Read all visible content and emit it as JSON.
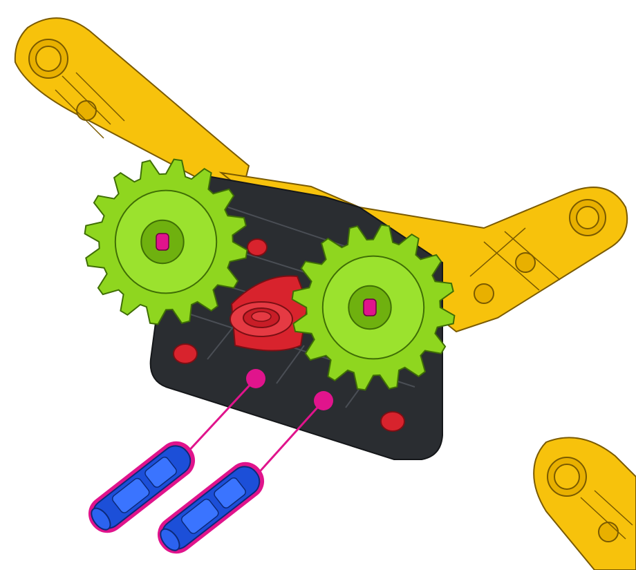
{
  "scene": {
    "description_visible_text": "",
    "parts": [
      {
        "name": "yellow-beam-arm",
        "count": 3
      },
      {
        "name": "black-base-plate",
        "count": 1
      },
      {
        "name": "green-gear",
        "count": 2
      },
      {
        "name": "red-hub",
        "count": 1
      },
      {
        "name": "blue-pin",
        "count": 2
      },
      {
        "name": "magenta-insertion-point",
        "count": 2
      }
    ]
  },
  "colors": {
    "yellow": "#f7c20c",
    "yellow_shadow": "#e0a800",
    "plate": "#2a2d31",
    "plate_line": "#4a4e55",
    "gear": "#8fd61f",
    "gear_dark": "#6fb10f",
    "red": "#d8232d",
    "blue": "#1c4fd8",
    "blue_light": "#3a74ff",
    "magenta": "#e0148c"
  }
}
